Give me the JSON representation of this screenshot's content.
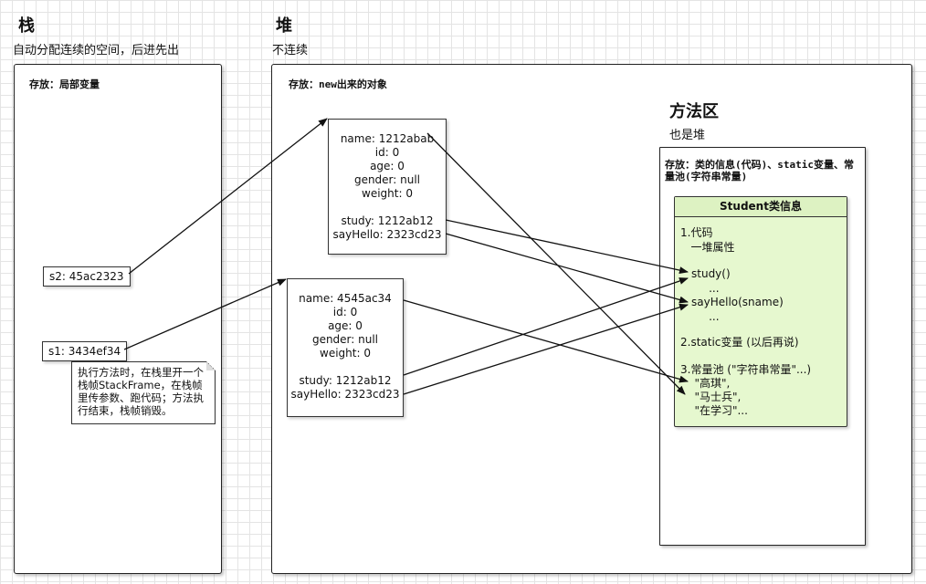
{
  "stack": {
    "title": "栈",
    "subtitle": "自动分配连续的空间，后进先出",
    "label": "存放：局部变量",
    "s2": "s2: 45ac2323",
    "s1": "s1: 3434ef34",
    "note": "执行方法时，在栈里开一个栈帧StackFrame，在栈帧里传参数、跑代码；方法执行结束，栈帧销毁。"
  },
  "heap": {
    "title": "堆",
    "subtitle": "不连续",
    "label": "存放：new出来的对象",
    "obj1": [
      "name: 1212abab",
      "id: 0",
      "age: 0",
      "gender: null",
      "weight: 0",
      "",
      "study: 1212ab12",
      "sayHello: 2323cd23"
    ],
    "obj2": [
      "name: 4545ac34",
      "id: 0",
      "age: 0",
      "gender: null",
      "weight: 0",
      "",
      "study: 1212ab12",
      "sayHello: 2323cd23"
    ]
  },
  "method_area": {
    "title": "方法区",
    "subtitle": "也是堆",
    "label": "存放：类的信息(代码)、static变量、常量池(字符串常量)",
    "class_title": "Student类信息",
    "lines": {
      "code": "1.代码",
      "props": "   一堆属性",
      "study": "study()",
      "dots1": "     ...",
      "sayhello": "sayHello(sname)",
      "dots2": "     ...",
      "static": "2.static变量 (以后再说)",
      "pool": "3.常量池 (\"字符串常量\"...)",
      "s1": "   \"高琪\",",
      "s2": "   \"马士兵\",",
      "s3": "   \"在学习\"..."
    }
  }
}
